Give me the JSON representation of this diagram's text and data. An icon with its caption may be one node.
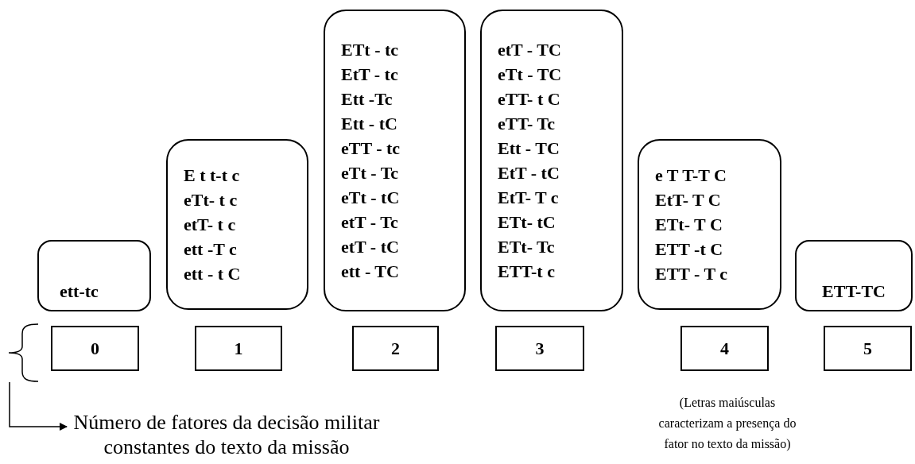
{
  "diagram": {
    "nodes": [
      {
        "text": [
          "ett-tc"
        ]
      },
      {
        "text": [
          "E t t-t c",
          "eTt- t c",
          "etT- t c",
          "ett -T c",
          "ett - t C"
        ]
      },
      {
        "text": [
          "ETt - tc",
          "EtT - tc",
          "Ett -Tc",
          "Ett - tC",
          "eTT - tc",
          "eTt - Tc",
          "eTt - tC",
          "etT - Tc",
          "etT - tC",
          "ett - TC"
        ]
      },
      {
        "text": [
          "etT - TC",
          "eTt - TC",
          "eTT- t C",
          "eTT- Tc",
          "Ett - TC",
          "EtT - tC",
          "EtT- T c",
          "ETt- tC",
          "ETt- Tc",
          "ETT-t c"
        ]
      },
      {
        "text": [
          "e T T-T C",
          "EtT- T C",
          "ETt- T C",
          "ETT -t C",
          "ETT - T c"
        ]
      },
      {
        "text": [
          "ETT-TC"
        ]
      },
      {
        "text": [
          "0"
        ]
      },
      {
        "text": [
          "1"
        ]
      },
      {
        "text": [
          "2"
        ]
      },
      {
        "text": [
          "3"
        ]
      },
      {
        "text": [
          "4"
        ]
      },
      {
        "text": [
          "5"
        ]
      },
      {
        "text": [
          "Número de fatores da decisão militar constantes do texto da missão"
        ]
      },
      {
        "text": [],
        "shape": "bracket"
      }
    ],
    "edges": [
      {
        "from": 13,
        "to": 12,
        "arrow": "to"
      }
    ],
    "labels": [
      "(Letras maiúsculas caracterizam a presença do fator no texto da missão)"
    ]
  }
}
